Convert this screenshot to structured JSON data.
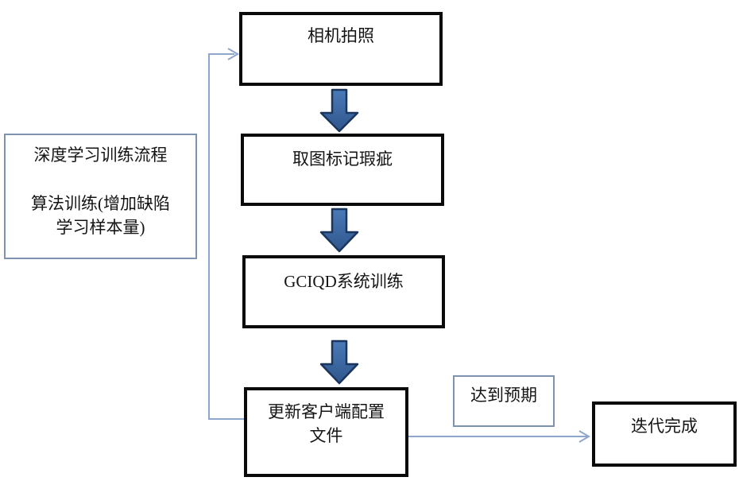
{
  "diagram": {
    "nodes": {
      "camera": {
        "label": "相机拍照"
      },
      "mark_defects": {
        "label": "取图标记瑕疵"
      },
      "gciqd_training": {
        "label": "GCIQD系统训练"
      },
      "update_config": {
        "label": "更新客户端配置\n文件"
      },
      "process_note": {
        "label": "深度学习训练流程\n\n算法训练(增加缺陷\n学习样本量)"
      },
      "reach_expectation": {
        "label": "达到预期"
      },
      "iteration_done": {
        "label": "迭代完成"
      }
    },
    "edges": [
      {
        "from": "camera",
        "to": "mark_defects",
        "type": "block-arrow-down"
      },
      {
        "from": "mark_defects",
        "to": "gciqd_training",
        "type": "block-arrow-down"
      },
      {
        "from": "gciqd_training",
        "to": "update_config",
        "type": "block-arrow-down"
      },
      {
        "from": "update_config",
        "to": "camera",
        "type": "elbow-arrow-feedback"
      },
      {
        "from": "update_config",
        "to": "iteration_done",
        "type": "arrow-right",
        "label": "达到预期"
      }
    ],
    "colors": {
      "background": "#FFFFFF",
      "thick_box_border": "#0A0A0A",
      "thin_box_border": "#7E93B0",
      "connector_line": "#8FA6CC",
      "block_arrow_fill": "#3B69A5",
      "block_arrow_stroke": "#1B365C",
      "text": "#141414"
    }
  }
}
